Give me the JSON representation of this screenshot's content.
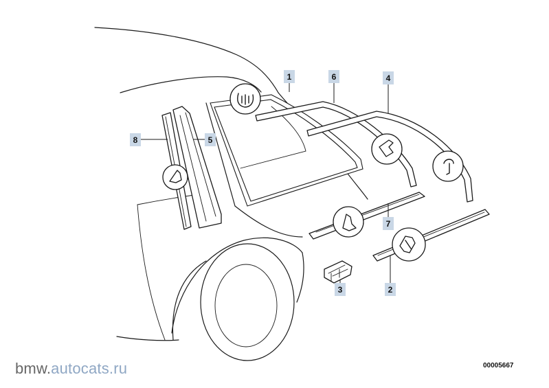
{
  "callouts": [
    {
      "id": "c1",
      "label": "1"
    },
    {
      "id": "c2",
      "label": "2"
    },
    {
      "id": "c3",
      "label": "3"
    },
    {
      "id": "c4",
      "label": "4"
    },
    {
      "id": "c5",
      "label": "5"
    },
    {
      "id": "c6",
      "label": "6"
    },
    {
      "id": "c7",
      "label": "7"
    },
    {
      "id": "c8",
      "label": "8"
    }
  ],
  "watermark": {
    "part_a": "bmw.",
    "part_b": "autocats.ru"
  },
  "diagram_id": "00005667",
  "colors": {
    "tag_background": "#c9d7e6",
    "line": "#1a1a1a",
    "watermark_blue": "#8fa7c4"
  }
}
